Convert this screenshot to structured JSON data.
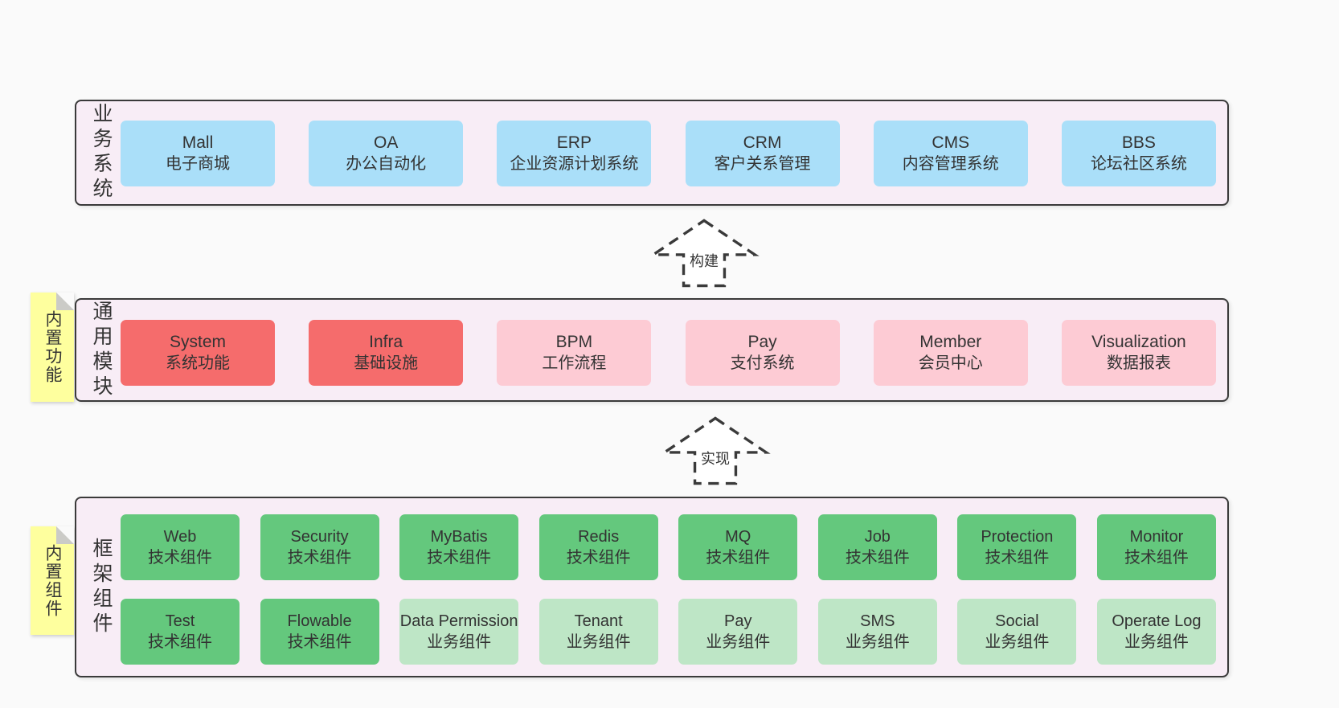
{
  "colors": {
    "pageBg": "#fafafa",
    "layerBg": "#f8edf6",
    "line": "#3a3a3a",
    "text": "#333333",
    "blue": "#aadff9",
    "red": "#f56c6c",
    "pink": "#fdcbd4",
    "green": "#64c87d",
    "lightGreen": "#bee6c6",
    "noteYellow": "#feff9e",
    "noteFold": "#cbcbc7",
    "arrowFill": "#ffffff"
  },
  "layers": {
    "business": {
      "side_label": "业务系统",
      "boxes": [
        {
          "title": "Mall",
          "subtitle": "电子商城",
          "variant": "blue"
        },
        {
          "title": "OA",
          "subtitle": "办公自动化",
          "variant": "blue"
        },
        {
          "title": "ERP",
          "subtitle": "企业资源计划系统",
          "variant": "blue"
        },
        {
          "title": "CRM",
          "subtitle": "客户关系管理",
          "variant": "blue"
        },
        {
          "title": "CMS",
          "subtitle": "内容管理系统",
          "variant": "blue"
        },
        {
          "title": "BBS",
          "subtitle": "论坛社区系统",
          "variant": "blue"
        }
      ]
    },
    "modules": {
      "side_label": "通用模块",
      "note_label": "内置功能",
      "boxes": [
        {
          "title": "System",
          "subtitle": "系统功能",
          "variant": "red"
        },
        {
          "title": "Infra",
          "subtitle": "基础设施",
          "variant": "red"
        },
        {
          "title": "BPM",
          "subtitle": "工作流程",
          "variant": "pink"
        },
        {
          "title": "Pay",
          "subtitle": "支付系统",
          "variant": "pink"
        },
        {
          "title": "Member",
          "subtitle": "会员中心",
          "variant": "pink"
        },
        {
          "title": "Visualization",
          "subtitle": "数据报表",
          "variant": "pink"
        }
      ]
    },
    "components": {
      "side_label": "框架组件",
      "note_label": "内置组件",
      "row1": [
        {
          "title": "Web",
          "subtitle": "技术组件",
          "variant": "green"
        },
        {
          "title": "Security",
          "subtitle": "技术组件",
          "variant": "green"
        },
        {
          "title": "MyBatis",
          "subtitle": "技术组件",
          "variant": "green"
        },
        {
          "title": "Redis",
          "subtitle": "技术组件",
          "variant": "green"
        },
        {
          "title": "MQ",
          "subtitle": "技术组件",
          "variant": "green"
        },
        {
          "title": "Job",
          "subtitle": "技术组件",
          "variant": "green"
        },
        {
          "title": "Protection",
          "subtitle": "技术组件",
          "variant": "green"
        },
        {
          "title": "Monitor",
          "subtitle": "技术组件",
          "variant": "green"
        }
      ],
      "row2": [
        {
          "title": "Test",
          "subtitle": "技术组件",
          "variant": "green"
        },
        {
          "title": "Flowable",
          "subtitle": "技术组件",
          "variant": "green"
        },
        {
          "title": "Data Permission",
          "subtitle": "业务组件",
          "variant": "lightGreen"
        },
        {
          "title": "Tenant",
          "subtitle": "业务组件",
          "variant": "lightGreen"
        },
        {
          "title": "Pay",
          "subtitle": "业务组件",
          "variant": "lightGreen"
        },
        {
          "title": "SMS",
          "subtitle": "业务组件",
          "variant": "lightGreen"
        },
        {
          "title": "Social",
          "subtitle": "业务组件",
          "variant": "lightGreen"
        },
        {
          "title": "Operate Log",
          "subtitle": "业务组件",
          "variant": "lightGreen"
        }
      ]
    }
  },
  "arrows": {
    "build": {
      "label": "构建"
    },
    "implement": {
      "label": "实现"
    }
  }
}
